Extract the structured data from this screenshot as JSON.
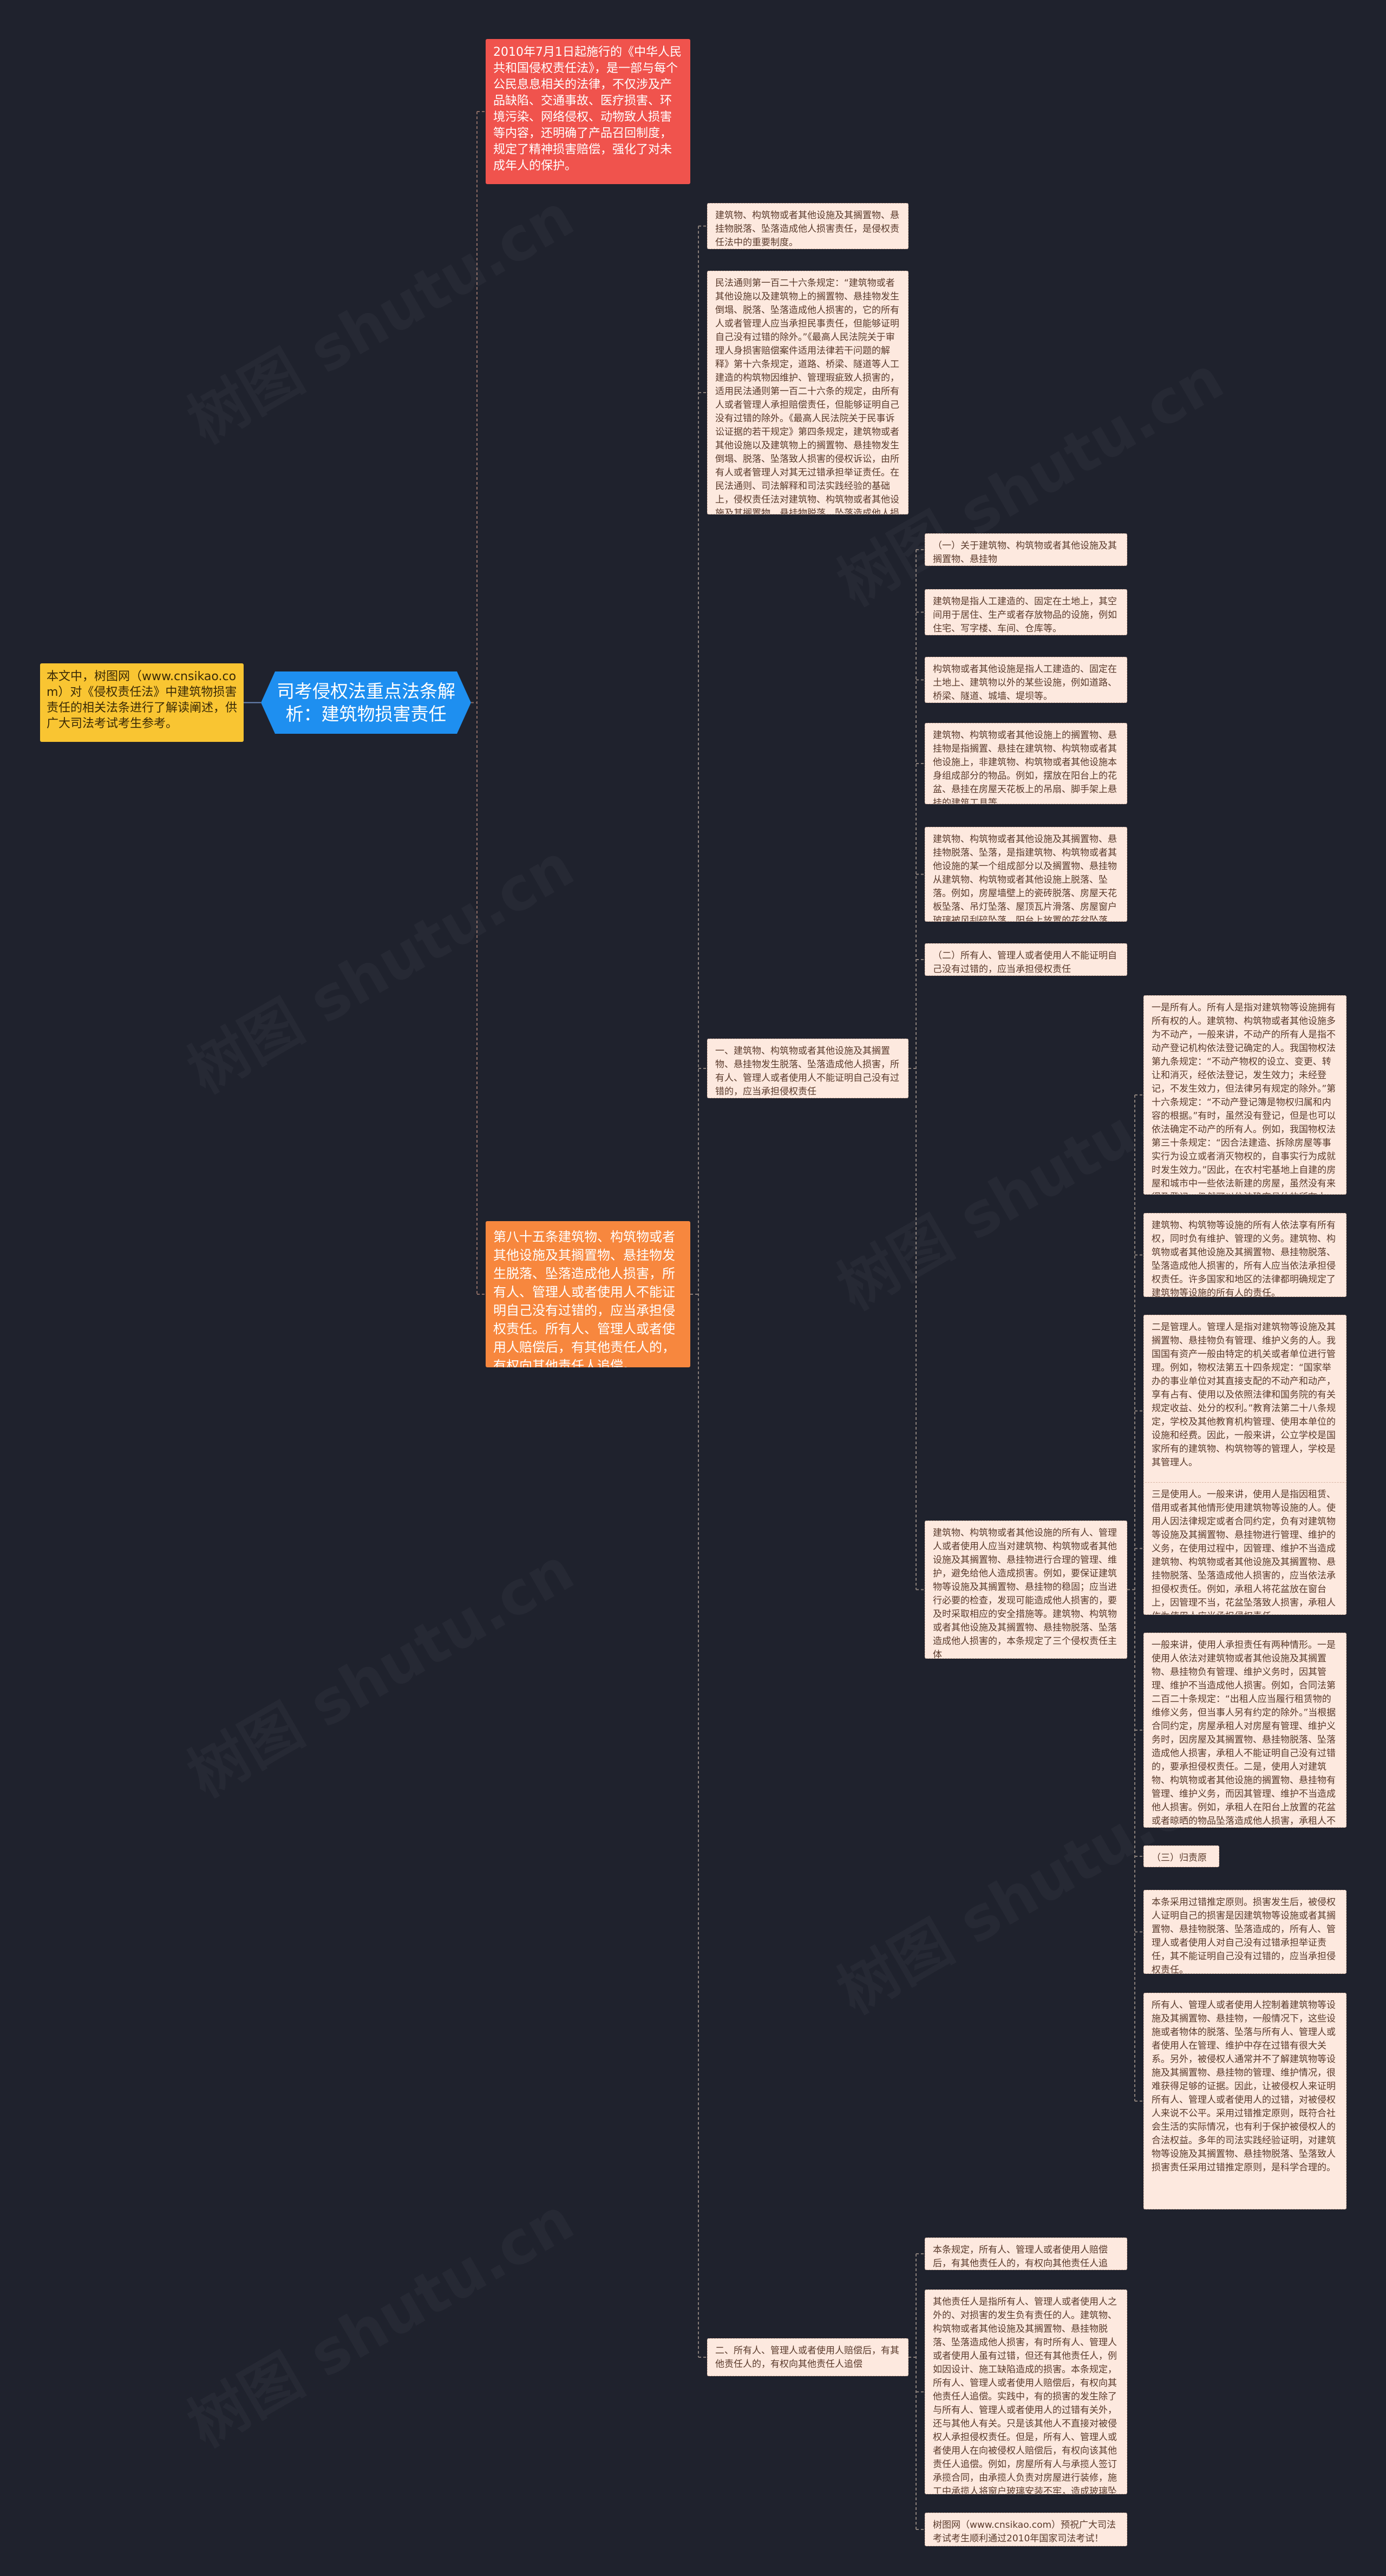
{
  "root": {
    "label": "司考侵权法重点法条解析：建筑物损害责任"
  },
  "note": {
    "text": "本文中，树图网（www.cnsikao.com）对《侵权责任法》中建筑物损害责任的相关法条进行了解读阐述，供广大司法考试考生参考。"
  },
  "branch_intro": {
    "text": "2010年7月1日起施行的《中华人民共和国侵权责任法》，是一部与每个公民息息相关的法律，不仅涉及产品缺陷、交通事故、医疗损害、环境污染、网络侵权、动物致人损害等内容，还明确了产品召回制度，规定了精神损害赔偿，强化了对未成年人的保护。"
  },
  "branch_article": {
    "text": "第八十五条建筑物、构筑物或者其他设施及其搁置物、悬挂物发生脱落、坠落造成他人损害，所有人、管理人或者使用人不能证明自己没有过错的，应当承担侵权责任。所有人、管理人或者使用人赔偿后，有其他责任人的，有权向其他责任人追偿。"
  },
  "nodes": {
    "n_summary": "建筑物、构筑物或者其他设施及其搁置物、悬挂物脱落、坠落造成他人损害责任，是侵权责任法中的重要制度。",
    "n_history": "民法通则第一百二十六条规定：“建筑物或者其他设施以及建筑物上的搁置物、悬挂物发生倒塌、脱落、坠落造成他人损害的，它的所有人或者管理人应当承担民事责任，但能够证明自己没有过错的除外。”《最高人民法院关于审理人身损害赔偿案件适用法律若干问题的解释》第十六条规定，道路、桥梁、隧道等人工建造的构筑物因维护、管理瑕疵致人损害的，适用民法通则第一百二十六条的规定，由所有人或者管理人承担赔偿责任，但能够证明自己没有过错的除外。《最高人民法院关于民事诉讼证据的若干规定》第四条规定，建筑物或者其他设施以及建筑物上的搁置物、悬挂物发生倒塌、脱落、坠落致人损害的侵权诉讼，由所有人或者管理人对其无过错承担举证责任。在民法通则、司法解释和司法实践经验的基础上，侵权责任法对建筑物、构筑物或者其他设施及其搁置物、悬挂物脱落、坠落造成他人损害责任作了规定。",
    "n_scope": "一、建筑物、构筑物或者其他设施及其搁置物、悬挂物发生脱落、坠落造成他人损害，所有人、管理人或者使用人不能证明自己没有过错的，应当承担侵权责任",
    "n_s1": "（一）关于建筑物、构筑物或者其他设施及其搁置物、悬挂物",
    "n_s1a": "建筑物是指人工建造的、固定在土地上，其空间用于居住、生产或者存放物品的设施，例如住宅、写字楼、车间、仓库等。",
    "n_s1b": "构筑物或者其他设施是指人工建造的、固定在土地上、建筑物以外的某些设施，例如道路、桥梁、隧道、城墙、堤坝等。",
    "n_s1c": "建筑物、构筑物或者其他设施上的搁置物、悬挂物是指搁置、悬挂在建筑物、构筑物或者其他设施上，非建筑物、构筑物或者其他设施本身组成部分的物品。例如，摆放在阳台上的花盆、悬挂在房屋天花板上的吊扇、脚手架上悬挂的建筑工具等。",
    "n_s1d": "建筑物、构筑物或者其他设施及其搁置物、悬挂物脱落、坠落，是指建筑物、构筑物或者其他设施的某一个组成部分以及搁置物、悬挂物从建筑物、构筑物或者其他设施上脱落、坠落。例如，房屋墙壁上的瓷砖脱落、房屋天花板坠落、吊灯坠落、屋顶瓦片滑落、房屋窗户玻璃被风刮碎坠落、阳台上放置的花盆坠落等。",
    "n_s2": "（二）所有人、管理人或者使用人不能证明自己没有过错的，应当承担侵权责任",
    "n_s2main": "建筑物、构筑物或者其他设施的所有人、管理人或者使用人应当对建筑物、构筑物或者其他设施及其搁置物、悬挂物进行合理的管理、维护，避免给他人造成损害。例如，要保证建筑物等设施及其搁置物、悬挂物的稳固；应当进行必要的检查，发现可能造成他人损害的，要及时采取相应的安全措施等。建筑物、构筑物或者其他设施及其搁置物、悬挂物脱落、坠落造成他人损害的，本条规定了三个侵权责任主体",
    "n_owner": "一是所有人。所有人是指对建筑物等设施拥有所有权的人。建筑物、构筑物或者其他设施多为不动产，一般来讲，不动产的所有人是指不动产登记机构依法登记确定的人。我国物权法第九条规定：“不动产物权的设立、变更、转让和消灭，经依法登记，发生效力；未经登记，不发生效力，但法律另有规定的除外。”第十六条规定：“不动产登记簿是物权归属和内容的根据。”有时，虽然没有登记，但是也可以依法确定不动产的所有人。例如，我国物权法第三十条规定：“因合法建造、拆除房屋等事实行为设立或者消灭物权的，自事实行为成就时发生效力。”因此，在农村宅基地上自建的房屋和城市中一些依法新建的房屋，虽然没有来得及登记，仍然可以依法确定具体的所有人。",
    "n_owner2": "建筑物、构筑物等设施的所有人依法享有所有权，同时负有维护、管理的义务。建筑物、构筑物或者其他设施及其搁置物、悬挂物脱落、坠落造成他人损害的，所有人应当依法承担侵权责任。许多国家和地区的法律都明确规定了建筑物等设施的所有人的责任。",
    "n_manager": "二是管理人。管理人是指对建筑物等设施及其搁置物、悬挂物负有管理、维护义务的人。我国国有资产一般由特定的机关或者单位进行管理。例如，物权法第五十四条规定：“国家举办的事业单位对其直接支配的不动产和动产，享有占有、使用以及依照法律和国务院的有关规定收益、处分的权利。”教育法第二十八条规定，学校及其他教育机构管理、使用本单位的设施和经费。因此，一般来讲，公立学校是国家所有的建筑物、构筑物等的管理人，学校是其管理人。",
    "n_user": "三是使用人。一般来讲，使用人是指因租赁、借用或者其他情形使用建筑物等设施的人。使用人因法律规定或者合同约定，负有对建筑物等设施及其搁置物、悬挂物进行管理、维护的义务，在使用过程中，因管理、维护不当造成建筑物、构筑物或者其他设施及其搁置物、悬挂物脱落、坠落造成他人损害的，应当依法承担侵权责任。例如，承租人将花盆放在窗台上，因管理不当，花盆坠落致人损害，承租人作为使用人应当承担侵权责任。",
    "n_user2": "一般来讲，使用人承担责任有两种情形。一是使用人依法对建筑物或者其他设施及其搁置物、悬挂物负有管理、维护义务时，因其管理、维护不当造成他人损害。例如，合同法第二百二十条规定：“出租人应当履行租赁物的维修义务，但当事人另有约定的除外。”当根据合同约定，房屋承租人对房屋有管理、维护义务时，因房屋及其搁置物、悬挂物脱落、坠落造成他人损害，承租人不能证明自己没有过错的，要承担侵权责任。二是，使用人对建筑物、构筑物或者其他设施的搁置物、悬挂物有管理、维护义务，而因其管理、维护不当造成他人损害。例如，承租人在阳台上放置的花盆或者晾晒的物品坠落造成他人损害，承租人不能证明自己没有过错的，要承担侵权责任。",
    "n_s3": "（三）归责原则",
    "n_s3a": "本条采用过错推定原则。损害发生后，被侵权人证明自己的损害是因建筑物等设施或者其搁置物、悬挂物脱落、坠落造成的，所有人、管理人或者使用人对自己没有过错承担举证责任，其不能证明自己没有过错的，应当承担侵权责任。",
    "n_s3b": "所有人、管理人或者使用人控制着建筑物等设施及其搁置物、悬挂物，一般情况下，这些设施或者物体的脱落、坠落与所有人、管理人或者使用人在管理、维护中存在过错有很大关系。另外，被侵权人通常并不了解建筑物等设施及其搁置物、悬挂物的管理、维护情况，很难获得足够的证据。因此，让被侵权人来证明所有人、管理人或者使用人的过错，对被侵权人来说不公平。采用过错推定原则，既符合社会生活的实际情况，也有利于保护被侵权人的合法权益。多年的司法实践经验证明，对建筑物等设施及其搁置物、悬挂物脱落、坠落致人损害责任采用过错推定原则，是科学合理的。",
    "n_recourse": "二、所有人、管理人或者使用人赔偿后，有其他责任人的，有权向其他责任人追偿",
    "n_r1": "本条规定，所有人、管理人或者使用人赔偿后，有其他责任人的，有权向其他责任人追偿。",
    "n_r2": "其他责任人是指所有人、管理人或者使用人之外的、对损害的发生负有责任的人。建筑物、构筑物或者其他设施及其搁置物、悬挂物脱落、坠落造成他人损害，有时所有人、管理人或者使用人虽有过错，但还有其他责任人，例如因设计、施工缺陷造成的损害。本条规定，所有人、管理人或者使用人赔偿后，有权向其他责任人追偿。实践中，有的损害的发生除了与所有人、管理人或者使用人的过错有关外，还与其他人有关。只是该其他人不直接对被侵权人承担侵权责任。但是，所有人、管理人或者使用人在向被侵权人赔偿后，有权向该其他责任人追偿。例如，房屋所有人与承揽人签订承揽合同，由承揽人负责对房屋进行装修，施工中承揽人将窗户玻璃安装不牢，造成玻璃坠落致人损害。房屋所有人赔偿后，有权向承揽人追偿。根据合同的约定，承揽人负责房屋的装修工程，由于其过错致使窗户玻璃坠落致人损害的，房屋所有人在赔偿后，有权向承揽人追偿。",
    "n_tail": "树图网（www.cnsikao.com）预祝广大司法考试考生顺利通过2010年国家司法考试！"
  },
  "watermark": "树图 shutu.cn"
}
